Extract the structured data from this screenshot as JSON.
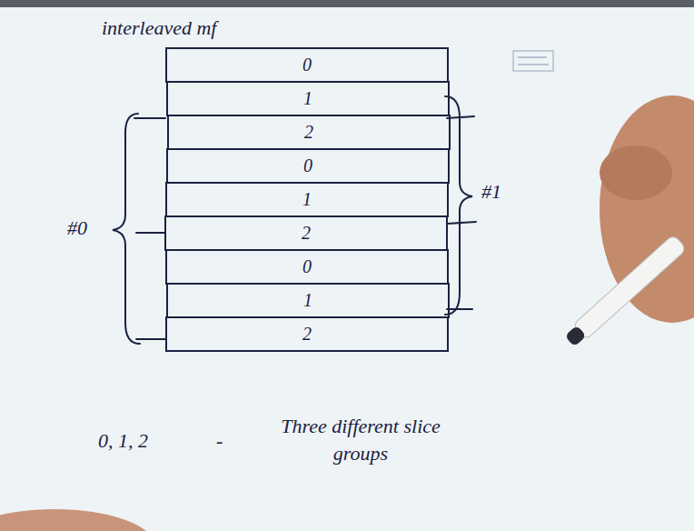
{
  "diagram": {
    "title": "interleaved mf",
    "nodes": [
      {
        "text": [
          "0"
        ]
      },
      {
        "text": [
          "1"
        ]
      },
      {
        "text": [
          "2"
        ]
      },
      {
        "text": [
          "0"
        ]
      },
      {
        "text": [
          "1"
        ]
      },
      {
        "text": [
          "2"
        ]
      },
      {
        "text": [
          "0"
        ]
      },
      {
        "text": [
          "1"
        ]
      },
      {
        "text": [
          "2"
        ]
      }
    ],
    "labels": [
      "#0",
      "#1",
      "0, 1, 2",
      "-",
      "Three different slice groups"
    ]
  }
}
